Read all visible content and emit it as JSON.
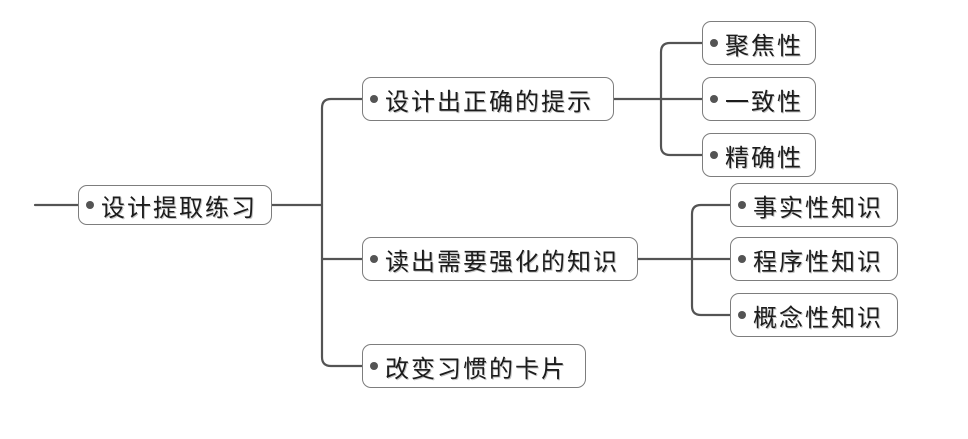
{
  "diagram": {
    "type": "mindmap",
    "root": {
      "label": "设计提取练习"
    },
    "branches": [
      {
        "label": "设计出正确的提示",
        "children": [
          {
            "label": "聚焦性"
          },
          {
            "label": "一致性"
          },
          {
            "label": "精确性"
          }
        ]
      },
      {
        "label": "读出需要强化的知识",
        "children": [
          {
            "label": "事实性知识"
          },
          {
            "label": "程序性知识"
          },
          {
            "label": "概念性知识"
          }
        ]
      },
      {
        "label": "改变习惯的卡片",
        "children": []
      }
    ],
    "colors": {
      "line": "#545454",
      "node_border": "#7d7d7d",
      "text": "#1c1c1c",
      "background": "#ffffff"
    }
  }
}
